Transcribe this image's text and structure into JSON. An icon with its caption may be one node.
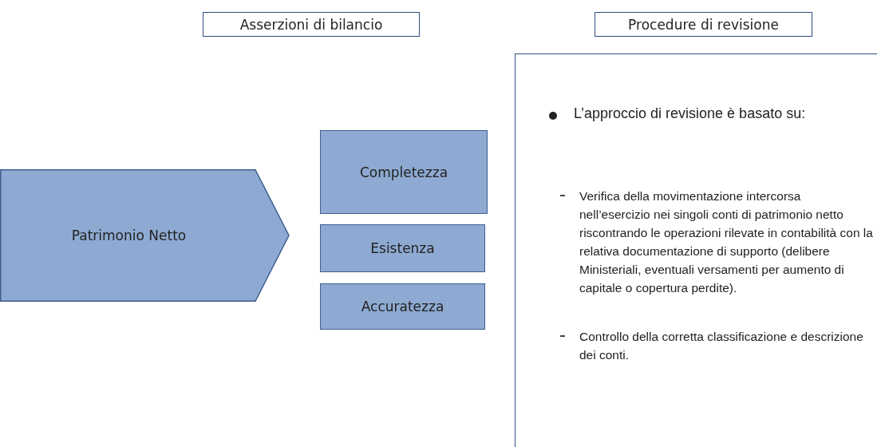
{
  "diagram": {
    "nodes": [
      {
        "text": [
          "Asserzioni di bilancio"
        ]
      },
      {
        "text": [
          "Procedure di revisione"
        ]
      },
      {
        "text": [
          "Patrimonio Netto"
        ]
      },
      {
        "text": [
          "Completezza"
        ]
      },
      {
        "text": [
          "Esistenza"
        ]
      },
      {
        "text": [
          "Accuratezza"
        ]
      },
      {
        "text": [
          "L’approccio di revisione è basato su:",
          "Verifica della movimentazione intercorsa nell’esercizio nei singoli conti di patrimonio netto riscontrando le operazioni rilevate  in contabilità con la relativa documentazione di supporto (delibere Ministeriali, eventuali versamenti per aumento di capitale o copertura perdite).",
          "Controllo della corretta classificazione e descrizione dei conti."
        ]
      }
    ]
  }
}
